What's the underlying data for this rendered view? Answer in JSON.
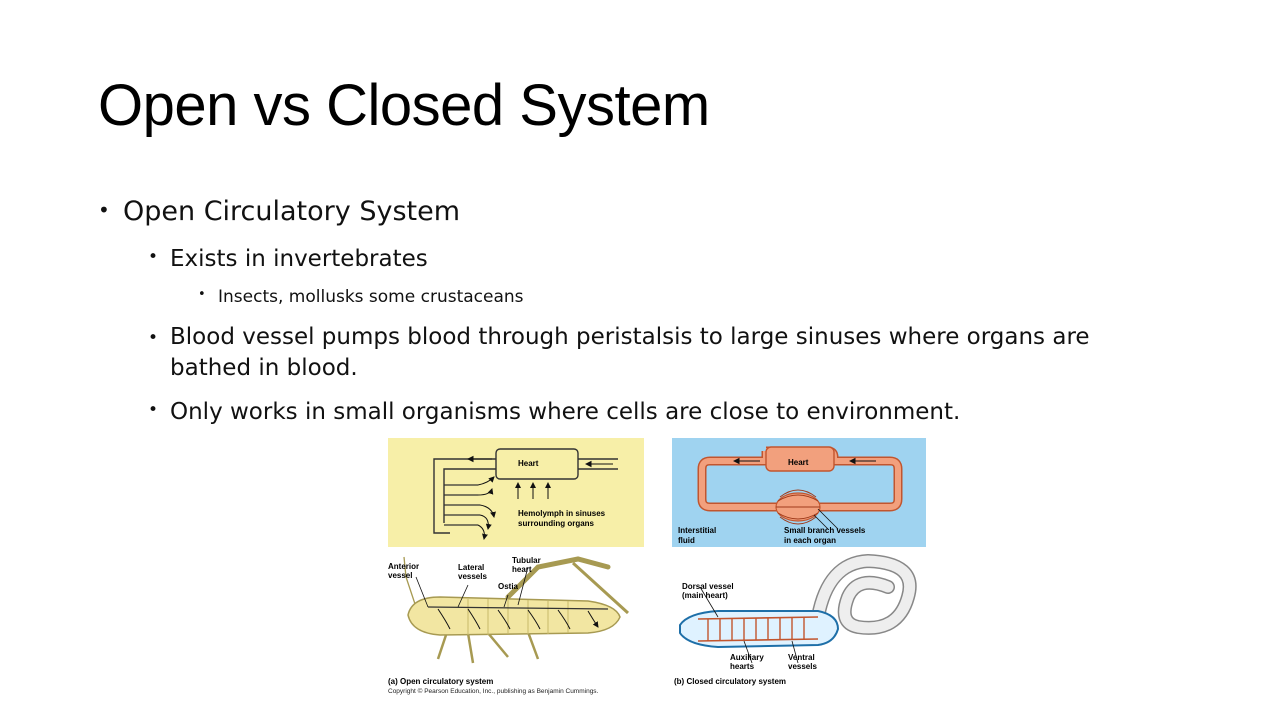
{
  "slide": {
    "title": "Open vs Closed System"
  },
  "bullets": {
    "l1_open": "Open Circulatory System",
    "l2_exists": "Exists in invertebrates",
    "l3_insects": "Insects, mollusks some crustaceans",
    "l2_blood": "Blood vessel pumps blood through peristalsis to large sinuses where organs are bathed in blood.",
    "l2_only": "Only works in small organisms where cells are close to environment."
  },
  "figure": {
    "open_diagram": {
      "heart": "Heart",
      "hemolymph_1": "Hemolymph in sinuses",
      "hemolymph_2": "surrounding organs"
    },
    "closed_diagram": {
      "heart": "Heart",
      "interstitial_1": "Interstitial",
      "interstitial_2": "fluid",
      "small_branch_1": "Small branch vessels",
      "small_branch_2": "in each organ"
    },
    "grasshopper": {
      "anterior_1": "Anterior",
      "anterior_2": "vessel",
      "lateral_1": "Lateral",
      "lateral_2": "vessels",
      "tubular_1": "Tubular",
      "tubular_2": "heart",
      "ostia": "Ostia",
      "caption": "(a) Open circulatory system"
    },
    "worm": {
      "dorsal_1": "Dorsal vessel",
      "dorsal_2": "(main heart)",
      "auxiliary_1": "Auxiliary",
      "auxiliary_2": "hearts",
      "ventral_1": "Ventral",
      "ventral_2": "vessels",
      "caption": "(b) Closed circulatory system"
    },
    "copyright": "Copyright © Pearson Education, Inc., publishing as Benjamin Cummings.",
    "colors": {
      "open_bg": "#f7efa8",
      "closed_bg": "#9fd3f0",
      "vessel_fill": "#f2a07d",
      "vessel_stroke": "#c2552e"
    }
  }
}
